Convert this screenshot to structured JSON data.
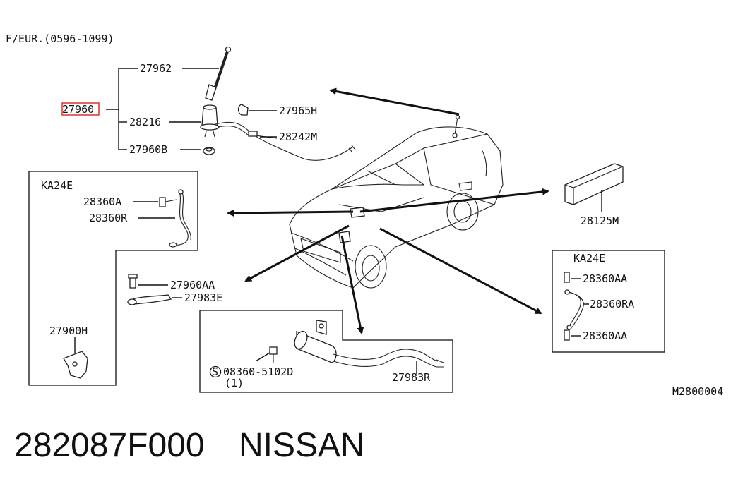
{
  "header": {
    "variant": "F/EUR.(0596-1099)"
  },
  "callouts": {
    "c27962": "27962",
    "c27960": "27960",
    "c28216": "28216",
    "c27960B": "27960B",
    "c27965H": "27965H",
    "c28242M": "28242M",
    "ka24e_left": "KA24E",
    "c28360A": "28360A",
    "c28360R": "28360R",
    "c27960AA": "27960AA",
    "c27983E": "27983E",
    "c27900H": "27900H",
    "c08360": "08360-5102D",
    "c08360_qty": "(1)",
    "c08360_symbol": "S",
    "c27983R": "27983R",
    "c28125M": "28125M",
    "ka24e_right": "KA24E",
    "c28360AA_top": "28360AA",
    "c28360RA": "28360RA",
    "c28360AA_bottom": "28360AA"
  },
  "diagram_code": "M2800004",
  "footer": {
    "part_number": "282087F000",
    "brand": "NISSAN"
  },
  "highlight": {
    "color": "#e03030",
    "target": "27960"
  }
}
